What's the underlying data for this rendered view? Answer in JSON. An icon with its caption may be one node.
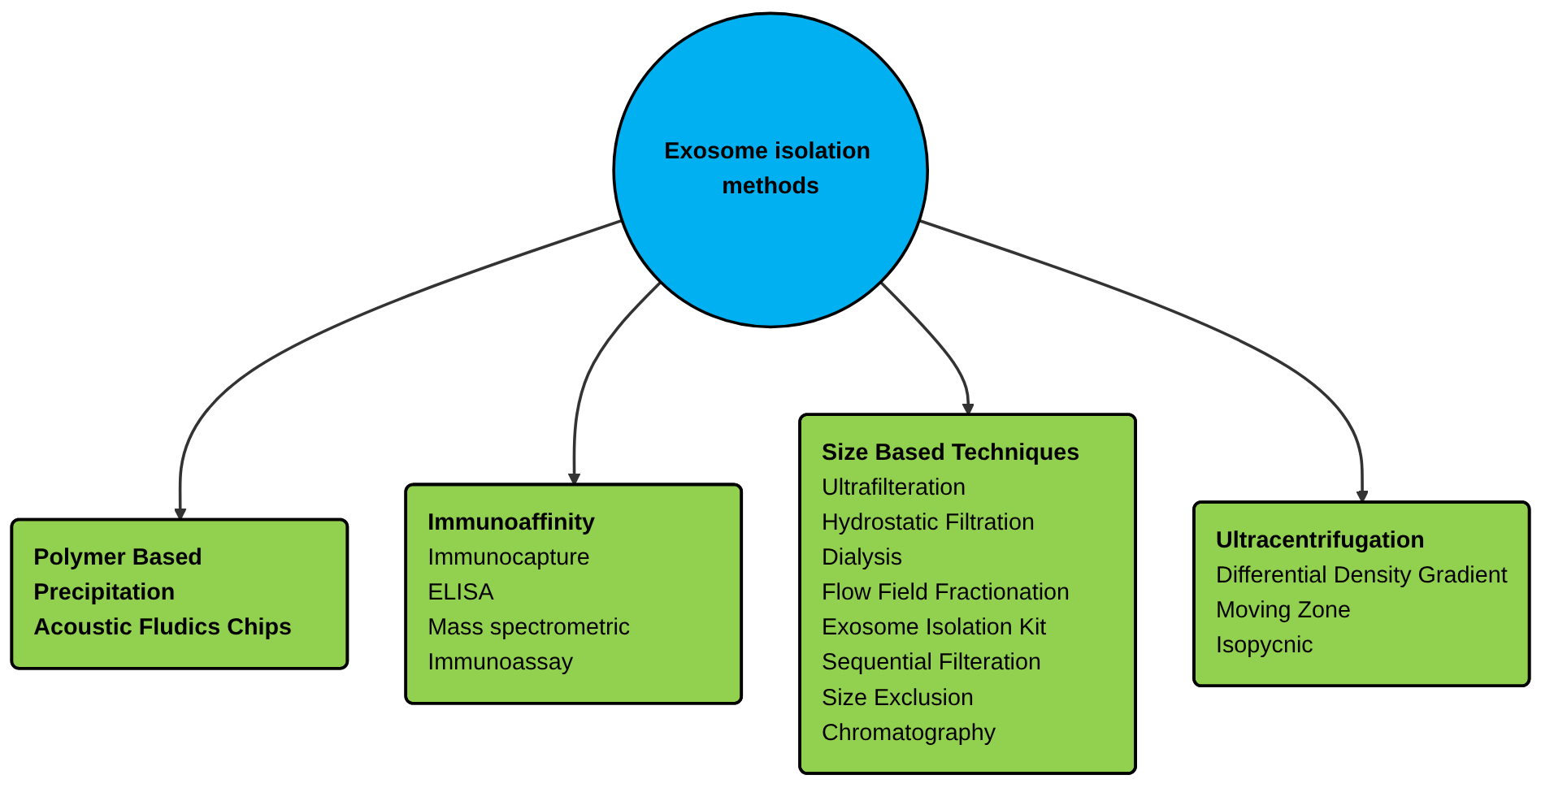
{
  "diagram": {
    "nodes": [
      {
        "text": [
          "Polymer Based Precipitation",
          "Acoustic Fludics Chips"
        ]
      },
      {
        "text": [
          "Immunoaffinity",
          "Immunocapture",
          "ELISA",
          "Mass spectrometric Immunoassay"
        ]
      },
      {
        "text": [
          "Exosome isolation methods"
        ]
      },
      {
        "text": [
          "Size Based Techniques",
          "Ultrafilteration",
          "Hydrostatic Filtration Dialysis",
          "Flow Field Fractionation",
          "Exosome Isolation Kit",
          "Sequential Filteration",
          "Size Exclusion Chromatography"
        ]
      },
      {
        "text": [
          "Ultracentrifugation",
          "Differential Density Gradient",
          "Moving Zone",
          "Isopycnic"
        ]
      }
    ],
    "edges": [
      {
        "from": 2,
        "to": 0,
        "arrow": "to"
      },
      {
        "from": 2,
        "to": 1,
        "arrow": "to"
      },
      {
        "from": 2,
        "to": 3,
        "arrow": "to"
      },
      {
        "from": 2,
        "to": 4,
        "arrow": "to"
      }
    ]
  }
}
